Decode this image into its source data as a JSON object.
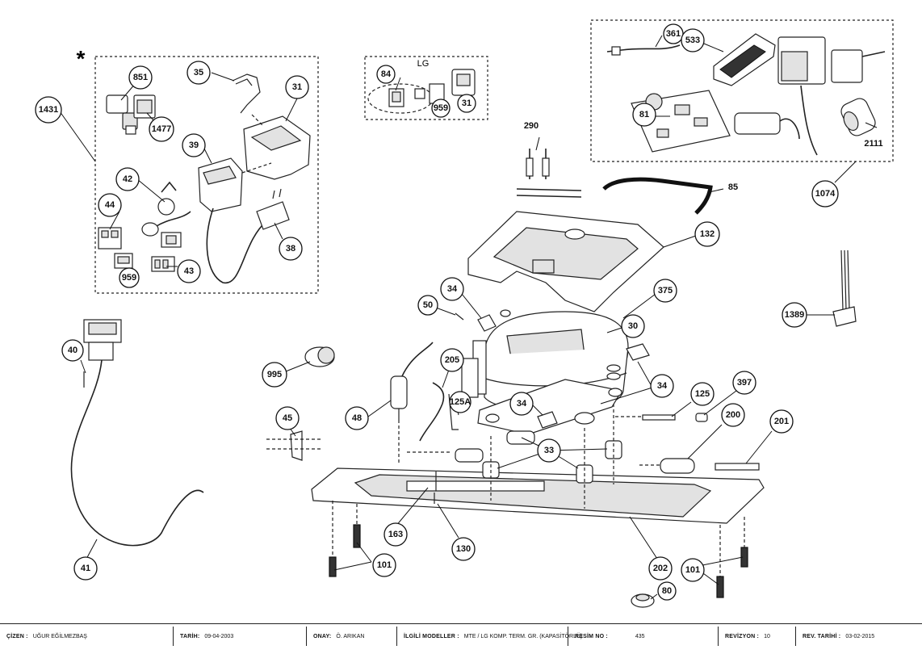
{
  "diagram": {
    "star_mark": "*",
    "lg_label": "LG",
    "callouts": [
      {
        "id": "c851",
        "label": "851"
      },
      {
        "id": "c1477",
        "label": "1477"
      },
      {
        "id": "c35",
        "label": "35"
      },
      {
        "id": "c31",
        "label": "31"
      },
      {
        "id": "c1431",
        "label": "1431"
      },
      {
        "id": "c39",
        "label": "39"
      },
      {
        "id": "c42",
        "label": "42"
      },
      {
        "id": "c44",
        "label": "44"
      },
      {
        "id": "c38",
        "label": "38"
      },
      {
        "id": "c959",
        "label": "959"
      },
      {
        "id": "c43",
        "label": "43"
      },
      {
        "id": "c84",
        "label": "84"
      },
      {
        "id": "c959b",
        "label": "959"
      },
      {
        "id": "c31b",
        "label": "31"
      },
      {
        "id": "c361",
        "label": "361"
      },
      {
        "id": "c533",
        "label": "533"
      },
      {
        "id": "c81",
        "label": "81"
      },
      {
        "id": "c2111",
        "label": "2111"
      },
      {
        "id": "c1074",
        "label": "1074"
      },
      {
        "id": "c290",
        "label": "290"
      },
      {
        "id": "c85",
        "label": "85"
      },
      {
        "id": "c132",
        "label": "132"
      },
      {
        "id": "c375",
        "label": "375"
      },
      {
        "id": "c34a",
        "label": "34"
      },
      {
        "id": "c50",
        "label": "50"
      },
      {
        "id": "c30",
        "label": "30"
      },
      {
        "id": "c34b",
        "label": "34"
      },
      {
        "id": "c34c",
        "label": "34"
      },
      {
        "id": "c1389",
        "label": "1389"
      },
      {
        "id": "c40",
        "label": "40"
      },
      {
        "id": "c995",
        "label": "995"
      },
      {
        "id": "c205",
        "label": "205"
      },
      {
        "id": "c125A",
        "label": "125A"
      },
      {
        "id": "c397",
        "label": "397"
      },
      {
        "id": "c125",
        "label": "125"
      },
      {
        "id": "c48",
        "label": "48"
      },
      {
        "id": "c45",
        "label": "45"
      },
      {
        "id": "c200",
        "label": "200"
      },
      {
        "id": "c201",
        "label": "201"
      },
      {
        "id": "c33",
        "label": "33"
      },
      {
        "id": "c163",
        "label": "163"
      },
      {
        "id": "c130",
        "label": "130"
      },
      {
        "id": "c202",
        "label": "202"
      },
      {
        "id": "c101a",
        "label": "101"
      },
      {
        "id": "c101b",
        "label": "101"
      },
      {
        "id": "c41",
        "label": "41"
      },
      {
        "id": "c80",
        "label": "80"
      }
    ]
  },
  "titleblock": {
    "drawn_key": "ÇİZEN :",
    "drawn_value": "UĞUR EĞİLMEZBAŞ",
    "date_key": "TARİH:",
    "date_value": "09-04-2003",
    "approval_key": "ONAY:",
    "approval_value": "Ö. ARIKAN",
    "models_key": "İLGİLİ MODELLER :",
    "models_value": "MTE / LG KOMP. TERM. GR. (KAPASİTÖRLÜ)",
    "drawing_no_key": "RESİM NO :",
    "drawing_no_value": "435",
    "revision_key": "REVİZYON :",
    "revision_value": "10",
    "rev_date_key": "REV. TARİHİ :",
    "rev_date_value": "03-02-2015"
  }
}
